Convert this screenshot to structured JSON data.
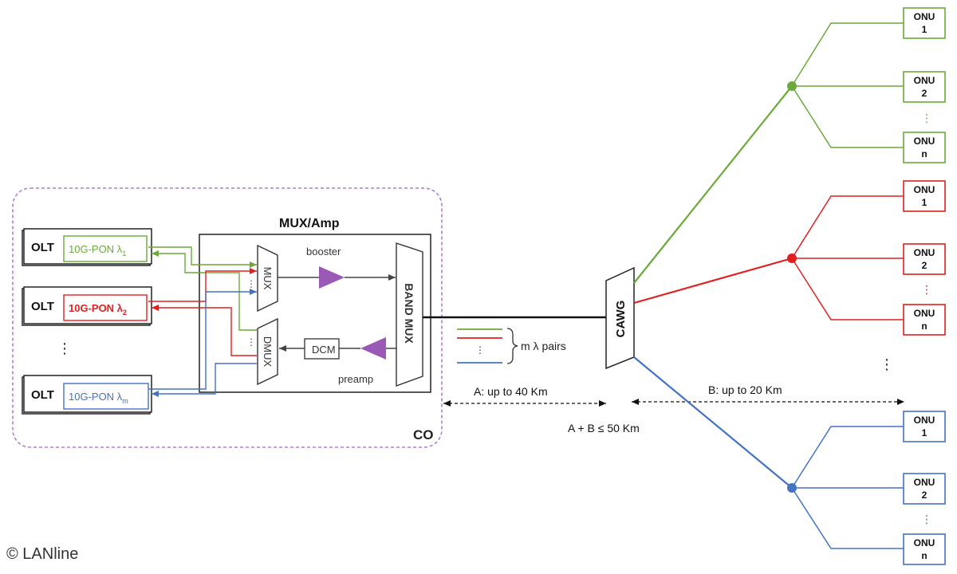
{
  "co": {
    "label": "CO",
    "border_color": "#b07cd6"
  },
  "mux_amp": {
    "title": "MUX/Amp",
    "mux_label": "MUX",
    "dmux_label": "DMUX",
    "band_mux_label": "BAND MUX",
    "booster_label": "booster",
    "preamp_label": "preamp",
    "dcm_label": "DCM",
    "amp_color": "#9b59b6"
  },
  "olts": [
    {
      "label": "OLT",
      "pon": "10G-PON λ",
      "sub": "1",
      "color": "#6aaa3a"
    },
    {
      "label": "OLT",
      "pon": "10G-PON λ",
      "sub": "2",
      "color": "#e02020"
    },
    {
      "label": "OLT",
      "pon": "10G-PON λ",
      "sub": "m",
      "color": "#4472c4"
    }
  ],
  "olt_ellipsis": "⋮",
  "legend": {
    "label": "m λ pairs",
    "dots": "⋮"
  },
  "cawg_label": "CAWG",
  "distances": {
    "a": "A: up to 40 Km",
    "b": "B: up to 20 Km",
    "sum": "A + B ≤ 50 Km"
  },
  "groups": [
    {
      "color": "#6aaa3a",
      "onus": [
        {
          "label": "ONU",
          "n": "1"
        },
        {
          "label": "ONU",
          "n": "2"
        },
        {
          "label": "ONU",
          "n": "n"
        }
      ],
      "dots": "⋮"
    },
    {
      "color": "#e02020",
      "onus": [
        {
          "label": "ONU",
          "n": "1"
        },
        {
          "label": "ONU",
          "n": "2"
        },
        {
          "label": "ONU",
          "n": "n"
        }
      ],
      "dots": "⋮"
    },
    {
      "color": "#4472c4",
      "onus": [
        {
          "label": "ONU",
          "n": "1"
        },
        {
          "label": "ONU",
          "n": "2"
        },
        {
          "label": "ONU",
          "n": "n"
        }
      ],
      "dots": "⋮"
    }
  ],
  "group_ellipsis": "⋮",
  "copyright": "© LANline"
}
